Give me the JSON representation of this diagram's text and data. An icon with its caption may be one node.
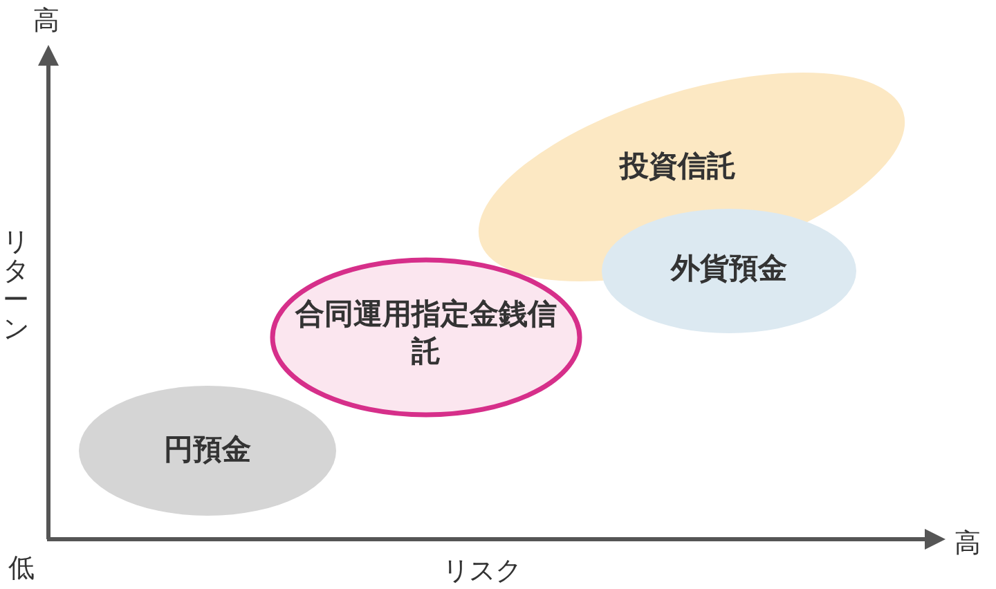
{
  "diagram": {
    "nodes": [
      {
        "text": [
          "投資信託"
        ]
      },
      {
        "text": [
          "外貨預金"
        ]
      },
      {
        "text": [
          "合同運用指定金銭信託"
        ]
      },
      {
        "text": [
          "円預金"
        ]
      }
    ],
    "labels": [
      "高",
      "リターン",
      "低",
      "リスク",
      "高"
    ]
  }
}
